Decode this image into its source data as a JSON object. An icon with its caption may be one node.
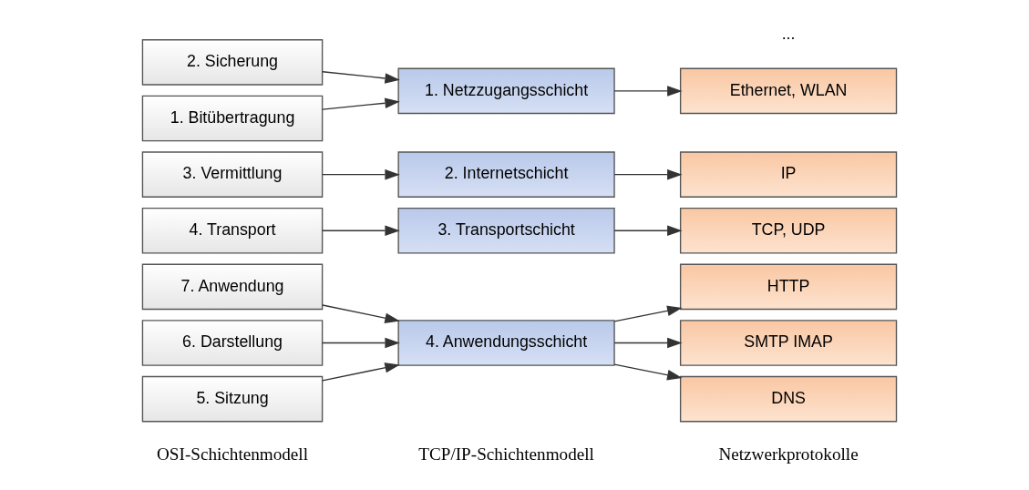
{
  "diagram": {
    "nodes": [
      {
        "text": [
          "7. Anwendung"
        ]
      },
      {
        "text": [
          "6. Darstellung"
        ]
      },
      {
        "text": [
          "5. Sitzung"
        ]
      },
      {
        "text": [
          "4. Transport"
        ]
      },
      {
        "text": [
          "3. Vermittlung"
        ]
      },
      {
        "text": [
          "2. Sicherung"
        ]
      },
      {
        "text": [
          "1. Bitübertragung"
        ]
      },
      {
        "text": [
          "4. Anwendungsschicht"
        ]
      },
      {
        "text": [
          "3. Transportschicht"
        ]
      },
      {
        "text": [
          "2. Internetschicht"
        ]
      },
      {
        "text": [
          "1. Netzzugangsschicht"
        ]
      },
      {
        "text": [
          "HTTP"
        ]
      },
      {
        "text": [
          "SMTP IMAP"
        ]
      },
      {
        "text": [
          "DNS"
        ]
      },
      {
        "text": [
          "TCP, UDP"
        ]
      },
      {
        "text": [
          "IP"
        ]
      },
      {
        "text": [
          "Ethernet, WLAN"
        ]
      }
    ],
    "edges": [
      {
        "from": 0,
        "to": 7,
        "arrow": "to"
      },
      {
        "from": 1,
        "to": 7,
        "arrow": "to"
      },
      {
        "from": 2,
        "to": 7,
        "arrow": "to"
      },
      {
        "from": 3,
        "to": 8,
        "arrow": "to"
      },
      {
        "from": 4,
        "to": 9,
        "arrow": "to"
      },
      {
        "from": 5,
        "to": 10,
        "arrow": "to"
      },
      {
        "from": 6,
        "to": 10,
        "arrow": "to"
      },
      {
        "from": 7,
        "to": 11,
        "arrow": "to"
      },
      {
        "from": 7,
        "to": 12,
        "arrow": "to"
      },
      {
        "from": 7,
        "to": 13,
        "arrow": "to"
      },
      {
        "from": 8,
        "to": 14,
        "arrow": "to"
      },
      {
        "from": 9,
        "to": 15,
        "arrow": "to"
      },
      {
        "from": 10,
        "to": 16,
        "arrow": "to"
      }
    ],
    "labels": [
      "OSI-Schichtenmodell",
      "TCP/IP-Schichtenmodell",
      "Netzwerkprotokolle",
      "..."
    ]
  }
}
